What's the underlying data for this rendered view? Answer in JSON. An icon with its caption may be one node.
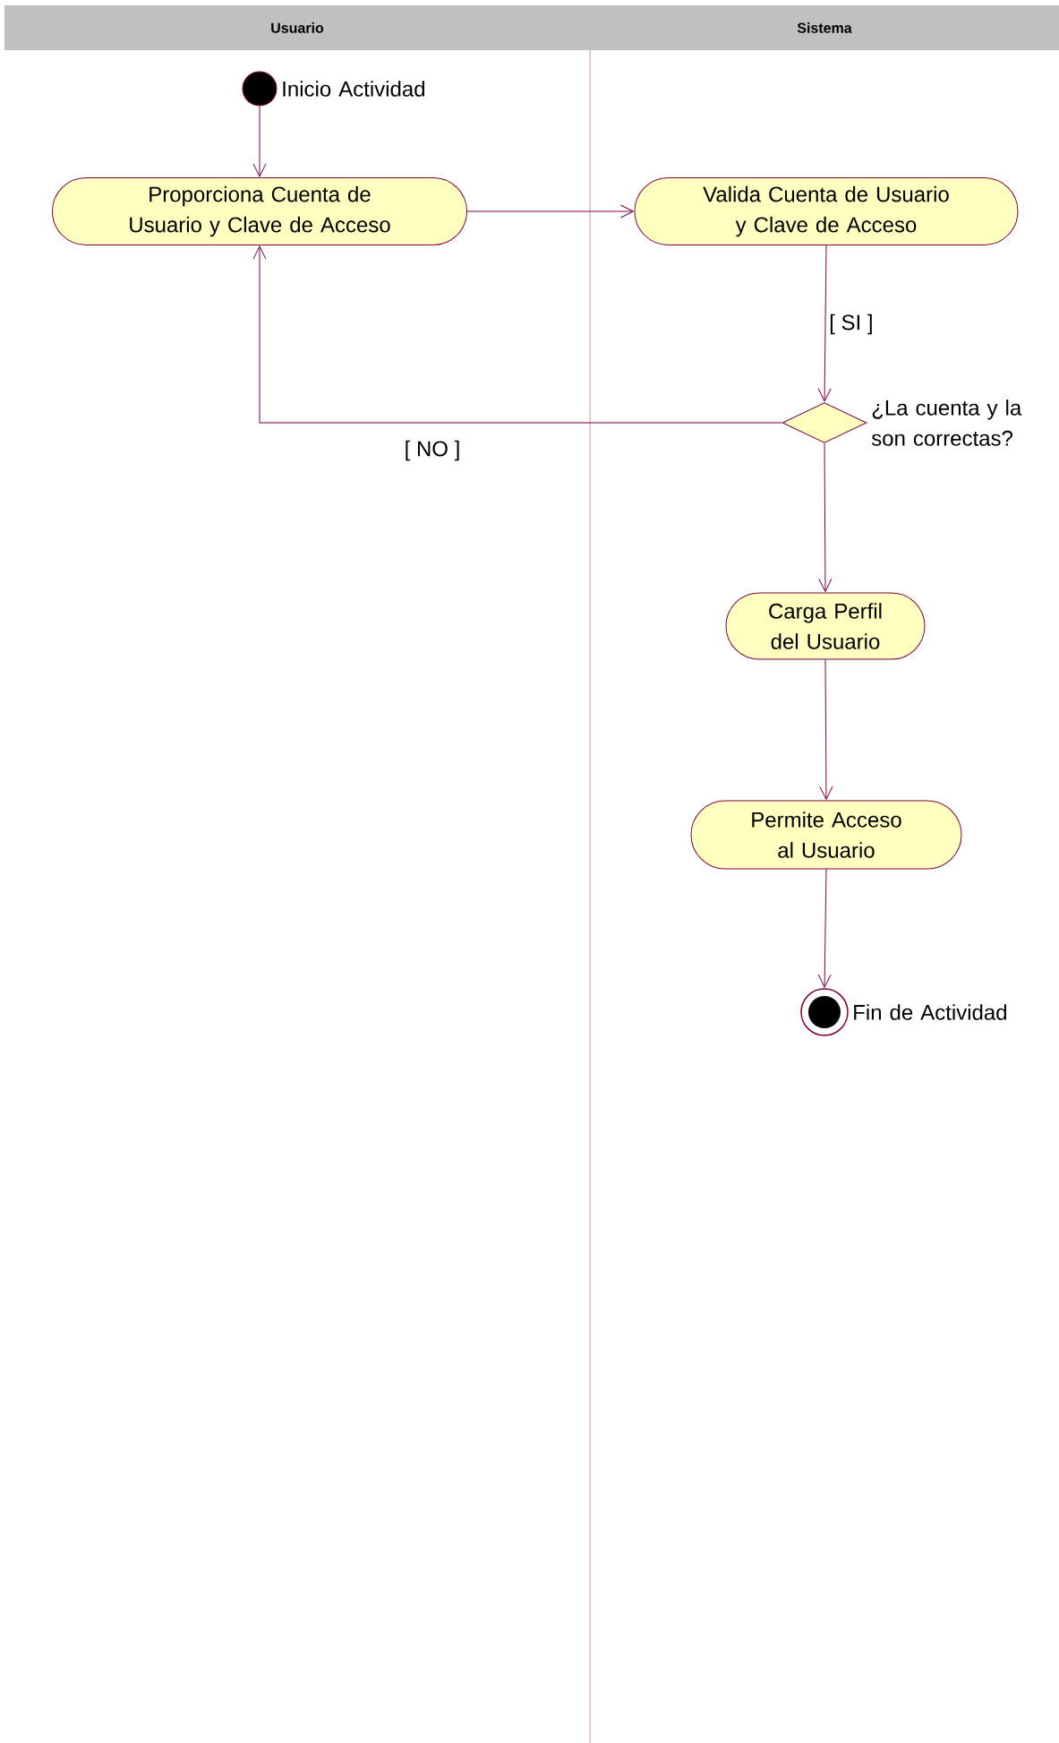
{
  "diagram": {
    "nodes": [
      {
        "text": [
          "Usuario"
        ]
      },
      {
        "text": [
          "Sistema"
        ]
      },
      {
        "text": [],
        "shape": "circle",
        "beside": [
          "Inicio Actividad"
        ]
      },
      {
        "text": [
          "Proporciona Cuenta de Usuario y Clave de Acceso"
        ]
      },
      {
        "text": [
          "Valida Cuenta de Usuario y Clave de Acceso"
        ]
      },
      {
        "text": [],
        "shape": "diamond",
        "beside": [
          "¿La cuenta y la son correctas?"
        ]
      },
      {
        "text": [
          "Carga Perfil del Usuario"
        ]
      },
      {
        "text": [
          "Permite Acceso al Usuario"
        ]
      },
      {
        "text": [],
        "shape": "bullseye",
        "beside": [
          "Fin de Actividad"
        ]
      }
    ],
    "edges": [
      {
        "from": 2,
        "to": 3,
        "arrow": "to"
      },
      {
        "from": 3,
        "to": 4,
        "arrow": "to"
      },
      {
        "from": 4,
        "to": 5,
        "arrow": "to",
        "label": "[ SI ]"
      },
      {
        "from": 5,
        "to": 3,
        "arrow": "to",
        "label": "[ NO ]"
      },
      {
        "from": 5,
        "to": 6,
        "arrow": "to"
      },
      {
        "from": 6,
        "to": 7,
        "arrow": "to"
      },
      {
        "from": 7,
        "to": 8,
        "arrow": "to"
      }
    ]
  }
}
